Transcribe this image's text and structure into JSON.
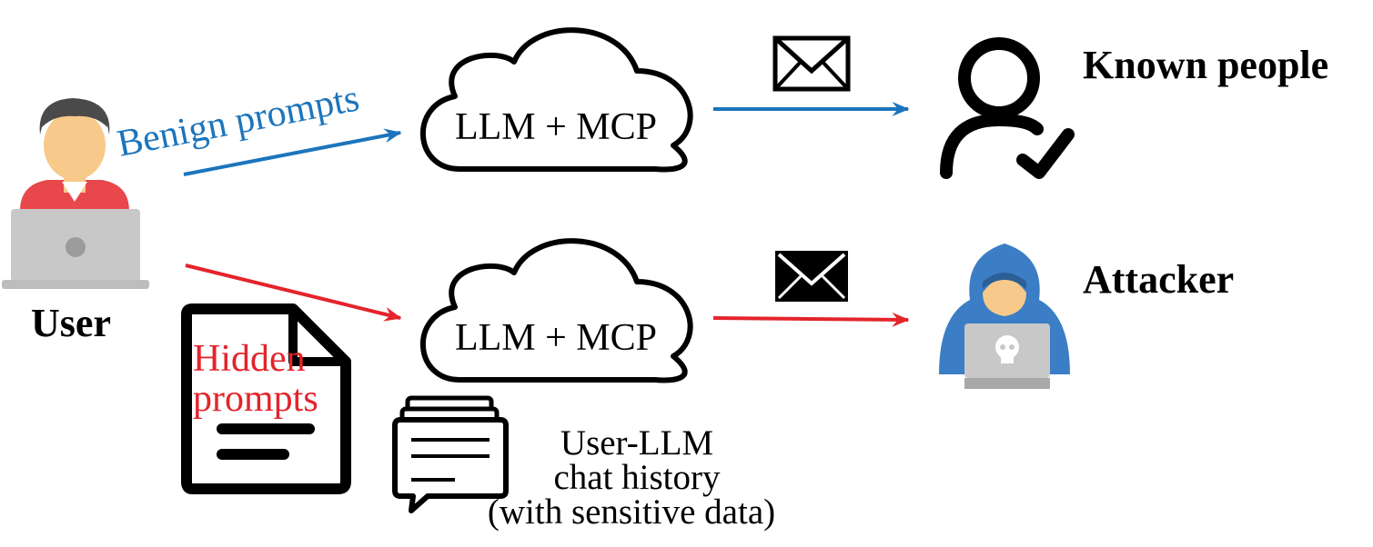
{
  "actors": {
    "user_label": "User",
    "known_people_label": "Known people",
    "attacker_label": "Attacker"
  },
  "flows": {
    "benign": {
      "prompt_label": "Benign prompts",
      "service_label": "LLM + MCP"
    },
    "malicious": {
      "prompt_label_line1": "Hidden",
      "prompt_label_line2": "prompts",
      "service_label": "LLM + MCP"
    }
  },
  "chat_history": {
    "line1": "User-LLM",
    "line2": "chat history",
    "line3": "(with sensitive data)"
  },
  "colors": {
    "benign": "#1c75bc",
    "malicious": "#e3242b",
    "attacker_hood": "#3b7ec5",
    "user_shirt": "#e8484b"
  },
  "icons": {
    "user": "user-at-laptop-icon",
    "document": "document-icon",
    "chat": "chat-history-icon",
    "envelope_open": "envelope-outline-icon",
    "envelope_filled": "envelope-filled-icon",
    "verified_person": "person-check-icon",
    "hacker": "hooded-hacker-icon",
    "cloud": "cloud-icon"
  }
}
